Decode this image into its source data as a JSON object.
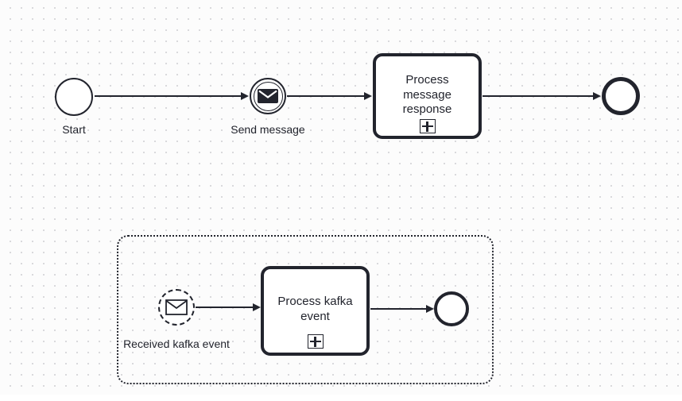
{
  "canvas": {
    "kind": "bpmn-process-diagram",
    "colors": {
      "stroke": "#22242d",
      "shape_fill": "#ffffff",
      "background": "#fcfcfc",
      "grid_dot": "#d9d9dc"
    },
    "grid": "dot-grid"
  },
  "main_flow": {
    "start_event_label": "Start",
    "message_throw_event_label": "Send message",
    "message_throw_event_icon": "message-envelope-filled-icon",
    "subprocess_label": "Process message response",
    "subprocess_marker_icon": "expand-plus-icon"
  },
  "event_subprocess": {
    "start_event_label": "Received kafka event",
    "start_event_icon": "message-envelope-outline-icon",
    "subprocess_label": "Process kafka event",
    "subprocess_marker_icon": "expand-plus-icon"
  }
}
